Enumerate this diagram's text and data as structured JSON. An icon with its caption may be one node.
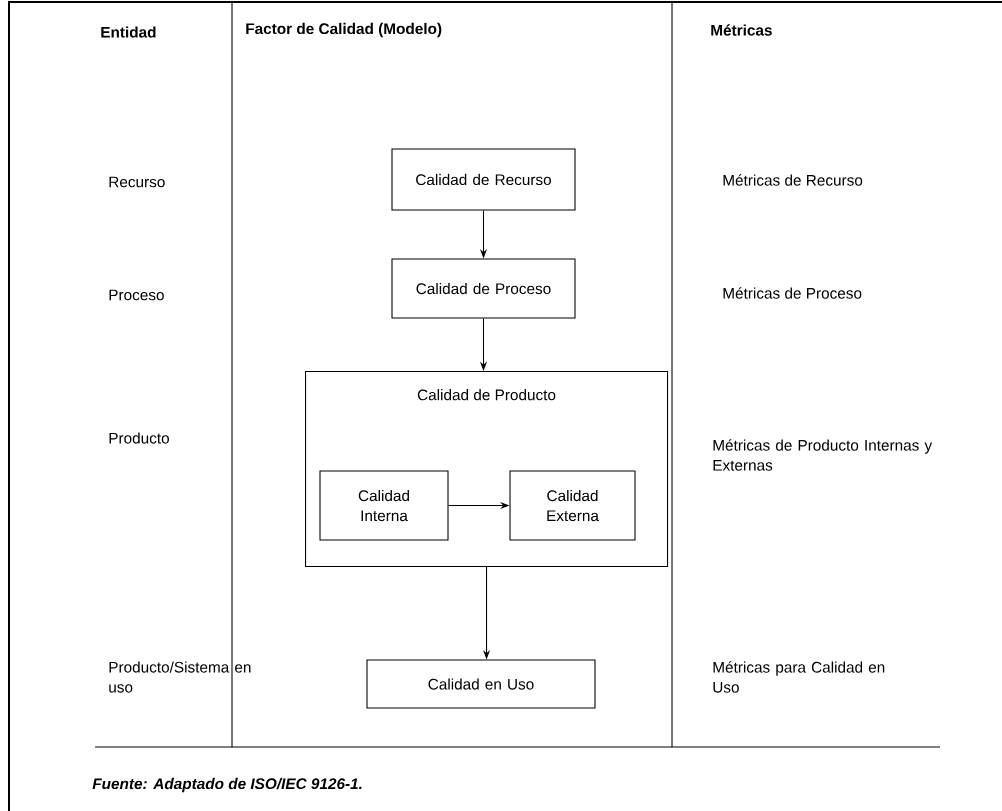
{
  "diagram": {
    "caption": "Fuente: Adaptado de ISO/IEC 9126-1.",
    "nodes": [
      {
        "text": [
          "Calidad de Recurso"
        ]
      },
      {
        "text": [
          "Calidad de Proceso"
        ]
      },
      {
        "text": [
          "Calidad de Producto"
        ]
      },
      {
        "text": [
          "Calidad Interna"
        ],
        "in": 2
      },
      {
        "text": [
          "Calidad Externa"
        ],
        "in": 2
      },
      {
        "text": [
          "Calidad en Uso"
        ]
      }
    ],
    "edges": [
      {
        "from": 0,
        "to": 1,
        "arrow": "to"
      },
      {
        "from": 1,
        "to": 2,
        "arrow": "to"
      },
      {
        "from": 3,
        "to": 4,
        "arrow": "to"
      },
      {
        "from": 2,
        "to": 5,
        "arrow": "to"
      }
    ],
    "labels": [
      "Entidad",
      "Factor de Calidad (Modelo)",
      "Métricas",
      "Recurso",
      "Métricas de Recurso",
      "Proceso",
      "Métricas de Proceso",
      "Producto",
      "Métricas de Producto Internas y Externas",
      "Producto/Sistema en uso",
      "Métricas para Calidad en Uso"
    ]
  }
}
